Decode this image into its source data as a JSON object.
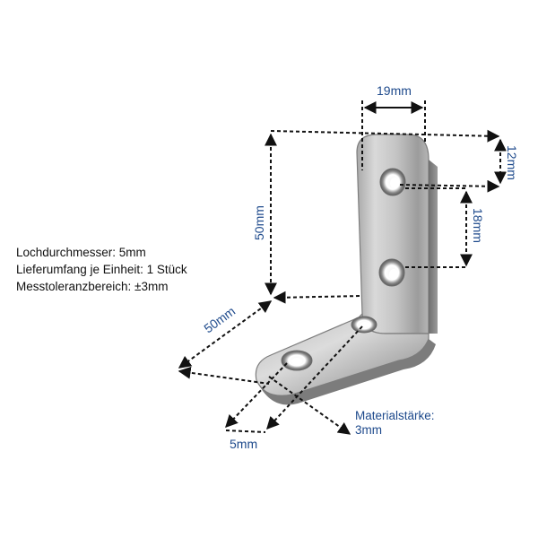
{
  "specs": [
    "Lochdurchmesser: 5mm",
    "Lieferumfang je Einheit: 1 Stück",
    "Messtoleranzbereich: ±3mm"
  ],
  "dimensions": {
    "width_top": "19mm",
    "top_to_hole": "12mm",
    "hole_spacing": "18mm",
    "height": "50mm",
    "length": "50mm",
    "hole_offset": "5mm"
  },
  "material": {
    "label": "Materialstärke:",
    "value": "3mm"
  },
  "colors": {
    "dimension_text": "#1e4a8c",
    "dimension_lines": "#111111",
    "steel_light": "#d6d6d6",
    "steel_dark": "#8a8a8a"
  }
}
